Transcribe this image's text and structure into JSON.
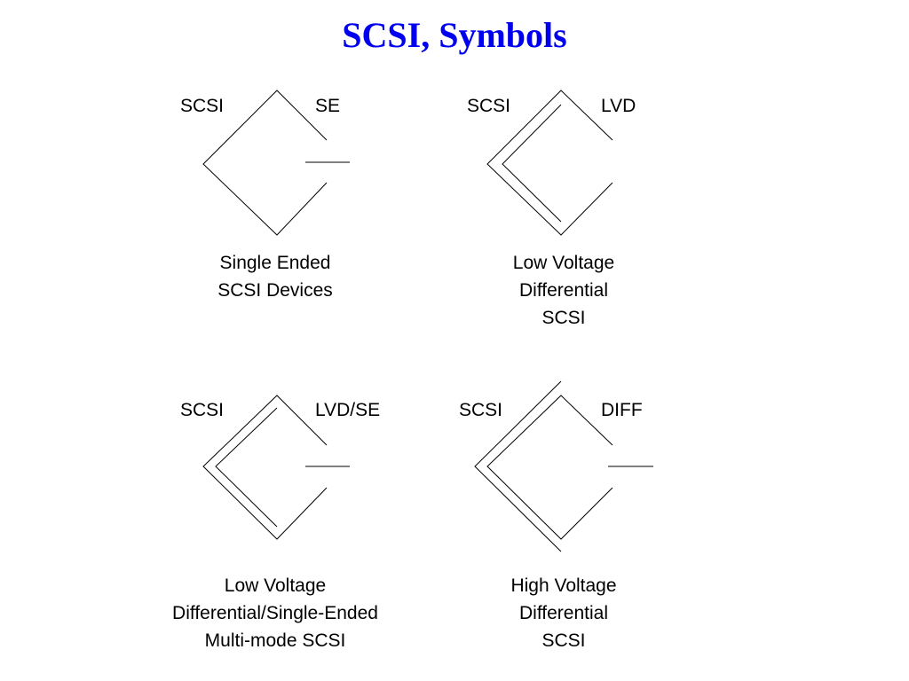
{
  "title": "SCSI, Symbols",
  "colors": {
    "title": "#0000ee",
    "lines": "#000000",
    "text": "#000000"
  },
  "symbols": [
    {
      "id": "se",
      "left_label": "SCSI",
      "right_label": "SE",
      "caption": [
        "Single Ended",
        "SCSI Devices"
      ]
    },
    {
      "id": "lvd",
      "left_label": "SCSI",
      "right_label": "LVD",
      "caption": [
        "Low Voltage",
        "Differential",
        "SCSI"
      ]
    },
    {
      "id": "lvdse",
      "left_label": "SCSI",
      "right_label": "LVD/SE",
      "caption": [
        "Low Voltage",
        "Differential/Single-Ended",
        "Multi-mode SCSI"
      ]
    },
    {
      "id": "diff",
      "left_label": "SCSI",
      "right_label": "DIFF",
      "caption": [
        "High Voltage",
        "Differential",
        "SCSI"
      ]
    }
  ]
}
